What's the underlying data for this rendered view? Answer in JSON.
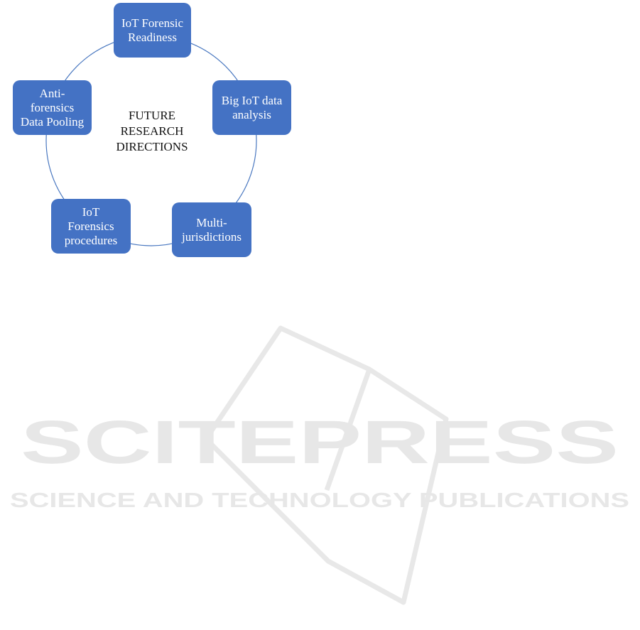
{
  "diagram": {
    "center_label": "FUTURE\nRESEARCH\nDIRECTIONS",
    "nodes": [
      {
        "id": "iot-forensic-readiness",
        "label": "IoT Forensic\nReadiness"
      },
      {
        "id": "big-iot-data-analysis",
        "label": "Big IoT data\nanalysis"
      },
      {
        "id": "multi-jurisdictions",
        "label": "Multi-\njurisdictions"
      },
      {
        "id": "iot-forensics-procedures",
        "label": "IoT\nForensics\nprocedures"
      },
      {
        "id": "anti-forensics-data-pooling",
        "label": "Anti-\nforensics\nData Pooling"
      }
    ],
    "colors": {
      "node_fill": "#4472c4",
      "node_text": "#ffffff",
      "ring": "#4a78c0"
    }
  },
  "watermark": {
    "brand": "SCITEPRESS",
    "tagline": "SCIENCE AND TECHNOLOGY PUBLICATIONS",
    "color": "#e7e7e7"
  }
}
